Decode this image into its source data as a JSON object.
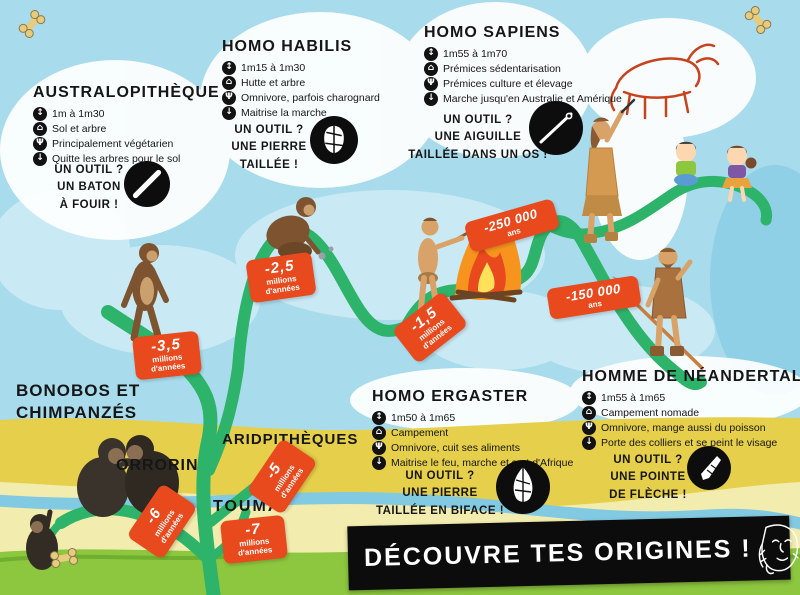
{
  "banner": {
    "title": "DÉCOUVRE TES ORIGINES !"
  },
  "species": {
    "australopitheque": {
      "title": "AUSTRALOPITHÈQUE",
      "facts": [
        "1m à 1m30",
        "Sol et arbre",
        "Principalement végétarien",
        "Quitte les arbres pour le sol"
      ],
      "tool": [
        "UN OUTIL ?",
        "UN BATON",
        "À FOUIR !"
      ],
      "tool_icon": "digging-stick-icon"
    },
    "habilis": {
      "title": "HOMO HABILIS",
      "facts": [
        "1m15 à 1m30",
        "Hutte et arbre",
        "Omnivore, parfois charognard",
        "Maitrise la marche"
      ],
      "tool": [
        "UN OUTIL ?",
        "UNE PIERRE",
        "TAILLÉE !"
      ],
      "tool_icon": "flaked-stone-icon"
    },
    "sapiens": {
      "title": "HOMO SAPIENS",
      "facts": [
        "1m55 à 1m70",
        "Prémices sédentarisation",
        "Prémices culture et élevage",
        "Marche jusqu'en Australie et Amérique"
      ],
      "tool": [
        "UN OUTIL ?",
        "UNE AIGUILLE",
        "TAILLÉE DANS UN OS !"
      ],
      "tool_icon": "bone-needle-icon"
    },
    "ergaster": {
      "title": "HOMO ERGASTER",
      "facts": [
        "1m50 à 1m65",
        "Campement",
        "Omnivore, cuit ses aliments",
        "Maitrise le feu, marche et sort d'Afrique"
      ],
      "tool": [
        "UN OUTIL ?",
        "UNE PIERRE",
        "TAILLÉE EN BIFACE !"
      ],
      "tool_icon": "biface-icon"
    },
    "neandertal": {
      "title": "HOMME DE NÉANDERTAL",
      "facts": [
        "1m55 à 1m65",
        "Campement nomade",
        "Omnivore, mange aussi du poisson",
        "Porte des colliers et se peint le visage"
      ],
      "tool": [
        "UN OUTIL ?",
        "UNE POINTE",
        "DE FLÈCHE !"
      ],
      "tool_icon": "arrowhead-icon"
    }
  },
  "branch_labels": {
    "bonobos_line1": "BONOBOS ET",
    "bonobos_line2": "CHIMPANZÉS",
    "orrorin": "ORRORIN",
    "aridpitheques": "ARIDPITHÈQUES",
    "toumai": "TOUMAÏ"
  },
  "time_tags": [
    {
      "value": "-3,5",
      "unit": "millions d'années"
    },
    {
      "value": "-2,5",
      "unit": "millions d'années"
    },
    {
      "value": "-1,5",
      "unit": "millions d'années"
    },
    {
      "value": "-250 000",
      "unit": "ans"
    },
    {
      "value": "-150 000",
      "unit": "ans"
    },
    {
      "value": "-5",
      "unit": "millions d'années"
    },
    {
      "value": "-6",
      "unit": "millions d'années"
    },
    {
      "value": "-7",
      "unit": "millions d'années"
    }
  ],
  "fact_icon_glyphs": {
    "height": "↕",
    "habitat": "⌂",
    "diet": "Ψ",
    "behavior": "↓"
  },
  "colors": {
    "vine_green": "#2eb36b",
    "tag_orange": "#e8491d",
    "sky_blue": "#a8dcec",
    "savanna_yellow": "#e6cf4a",
    "pale_sand": "#f2ecae",
    "river_blue": "#82c9e2",
    "grass_green": "#8dc63f",
    "banner_black": "#0c0c0c"
  }
}
